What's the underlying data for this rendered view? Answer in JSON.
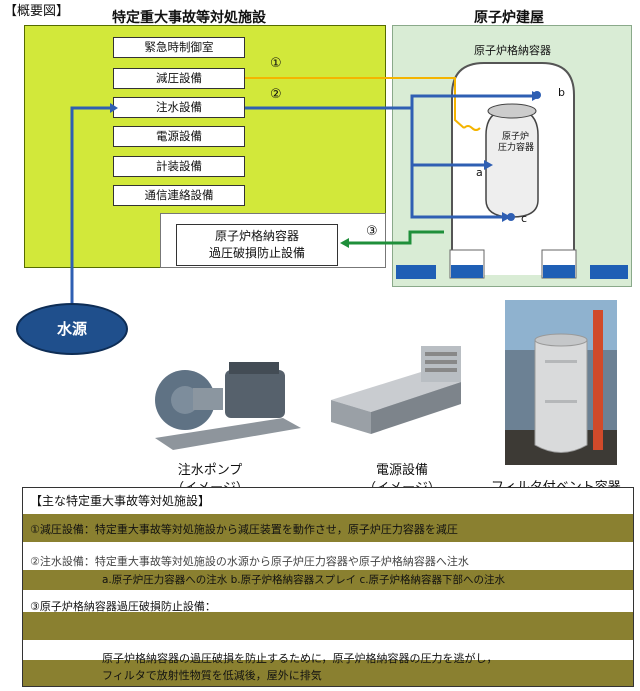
{
  "header": {
    "overview": "【概要図】",
    "facility_title": "特定重大事故等対処施設",
    "building_title": "原子炉建屋"
  },
  "facility": {
    "equipment": [
      "緊急時制御室",
      "減圧設備",
      "注水設備",
      "電源設備",
      "計装設備",
      "通信連絡設備"
    ],
    "overpressure_line1": "原子炉格納容器",
    "overpressure_line2": "過圧破損防止設備"
  },
  "building": {
    "containment_label": "原子炉格納容器",
    "vessel_label_1": "原子炉",
    "vessel_label_2": "圧力容器",
    "point_a": "a",
    "point_b": "b",
    "point_c": "c"
  },
  "markers": {
    "m1": "①",
    "m2": "②",
    "m3": "③"
  },
  "water_source": "水源",
  "captions": {
    "pump_line1": "注水ポンプ",
    "pump_line2": "（イメージ）",
    "power_line1": "電源設備",
    "power_line2": "（イメージ）",
    "filter": "フィルタ付ベント容器"
  },
  "summary": {
    "heading": "【主な特定重大事故等対処施設】",
    "item1": "①減圧設備：特定重大事故等対処施設から減圧装置を動作させ，原子炉圧力容器を減圧",
    "item2": "②注水設備：特定重大事故等対処施設の水源から原子炉圧力容器や原子炉格納容器へ注水",
    "item2_sub": "a.原子炉圧力容器への注水  b.原子炉格納容器スプレイ  c.原子炉格納容器下部への注水",
    "item3": "③原子炉格納容器過圧破損防止設備：",
    "item3_line1": "原子炉格納容器の過圧破損を防止するために，原子炉格納容器の圧力を逃がし，",
    "item3_line2": "フィルタで放射性物質を低減後，屋外に排気"
  },
  "colors": {
    "facility_bg": "#d2e83a",
    "building_bg": "#d9ecd5",
    "water_line": "#2f5fb3",
    "depressurize_line": "#f4b400",
    "vent_line": "#1f8f3a",
    "band": "#8a8030"
  }
}
